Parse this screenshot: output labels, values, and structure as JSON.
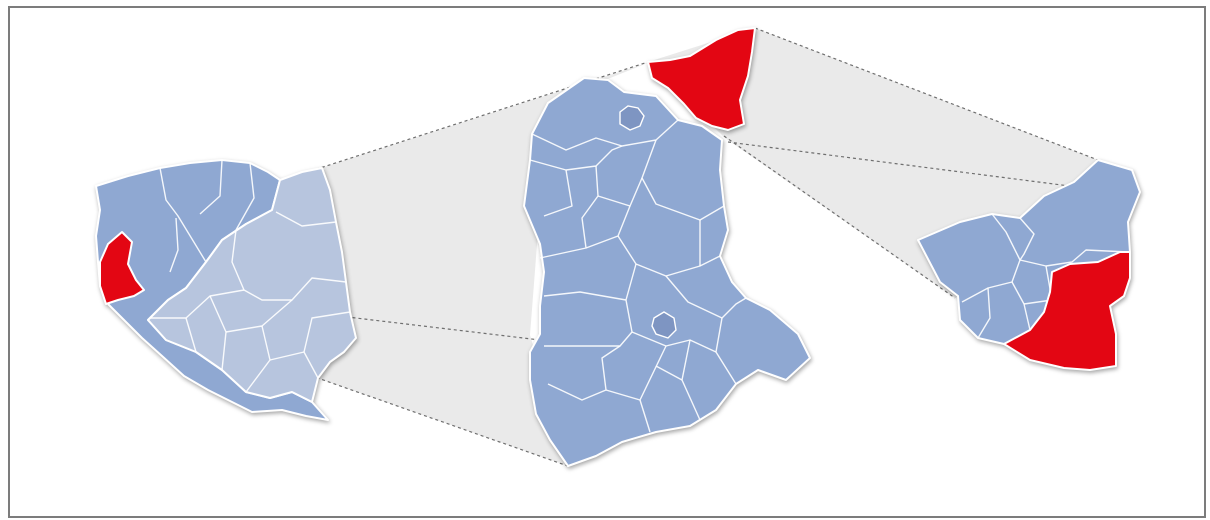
{
  "map": {
    "type": "zoom-in administrative map",
    "levels": [
      "country",
      "voivodeship",
      "county"
    ],
    "highlight_count": 2,
    "colors": {
      "region_fill": "#8fa8d2",
      "region_fill_faded": "#b7c5de",
      "highlight_fill": "#e30613",
      "enclave_fill": "#7e95c2",
      "funnel_fill": "#e6e6e6",
      "border": "#ffffff",
      "guide_line": "#6f6f6f",
      "frame": "#7c7c7c"
    }
  }
}
